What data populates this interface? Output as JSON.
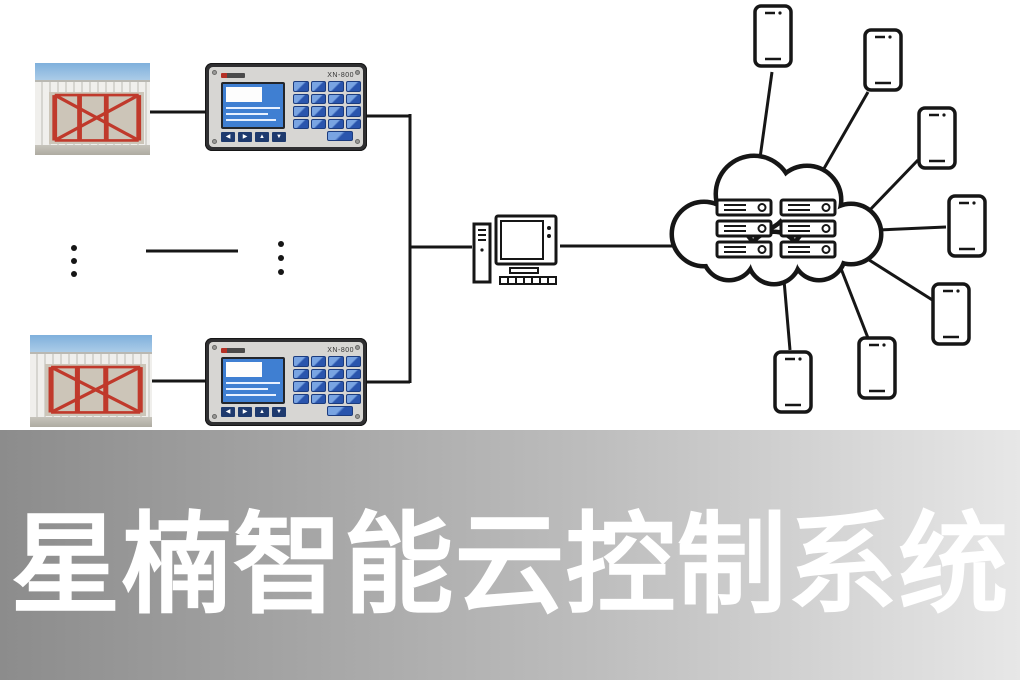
{
  "banner": {
    "title": "星楠智能云控制系统"
  },
  "controller": {
    "model": "XN-800",
    "nav": [
      "◀",
      "▶",
      "▲",
      "▼"
    ]
  },
  "colors": {
    "line": "#161616",
    "screen_blue": "#3f7fd2",
    "key_blue": "#2a55ad",
    "scaffold_red": "#c0392b",
    "banner_gradient_left": "#8c8c8c",
    "banner_gradient_right": "#e7e7e7",
    "title_text": "#ffffff",
    "background": "#ffffff"
  },
  "icons": {
    "computer": "desktop-computer-icon",
    "cloud": "cloud-icon",
    "server": "server-icon",
    "phone": "smartphone-icon",
    "photo": "drying-room-photo",
    "controller": "xn-800-controller",
    "ellipsis": "vertical-ellipsis-dots"
  }
}
